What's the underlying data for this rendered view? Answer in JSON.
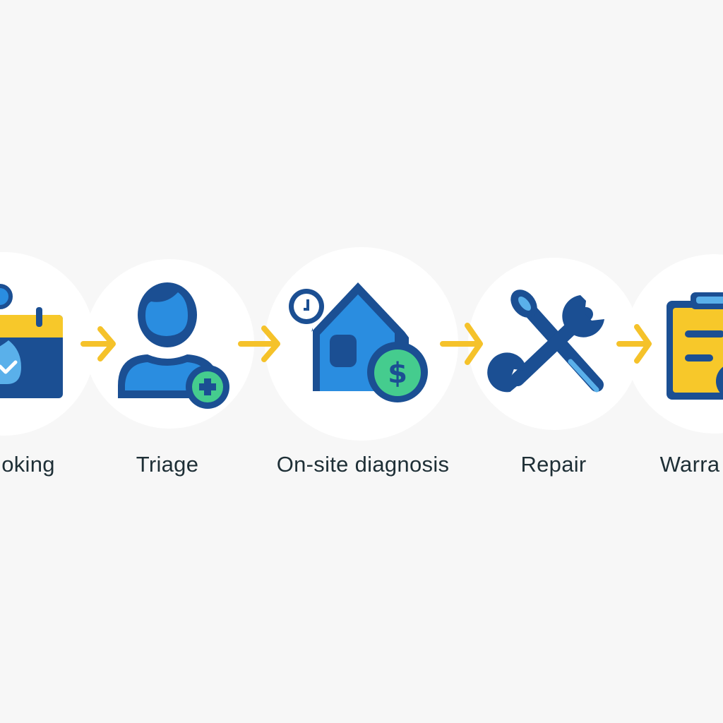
{
  "steps": [
    {
      "label": "oking",
      "icon": "calendar-check-icon"
    },
    {
      "label": "Triage",
      "icon": "user-plus-icon"
    },
    {
      "label": "On-site diagnosis",
      "icon": "house-clock-dollar-icon"
    },
    {
      "label": "Repair",
      "icon": "wrench-screwdriver-icon"
    },
    {
      "label": "Warra",
      "icon": "clipboard-icon"
    }
  ],
  "colors": {
    "background": "#f7f7f7",
    "circle": "#ffffff",
    "dark_blue": "#1b4f93",
    "blue": "#2a8de0",
    "light_blue": "#5ab0ea",
    "yellow": "#f7c82a",
    "green": "#45cc8e",
    "arrow": "#f5c22a",
    "text": "#1e2f36"
  }
}
